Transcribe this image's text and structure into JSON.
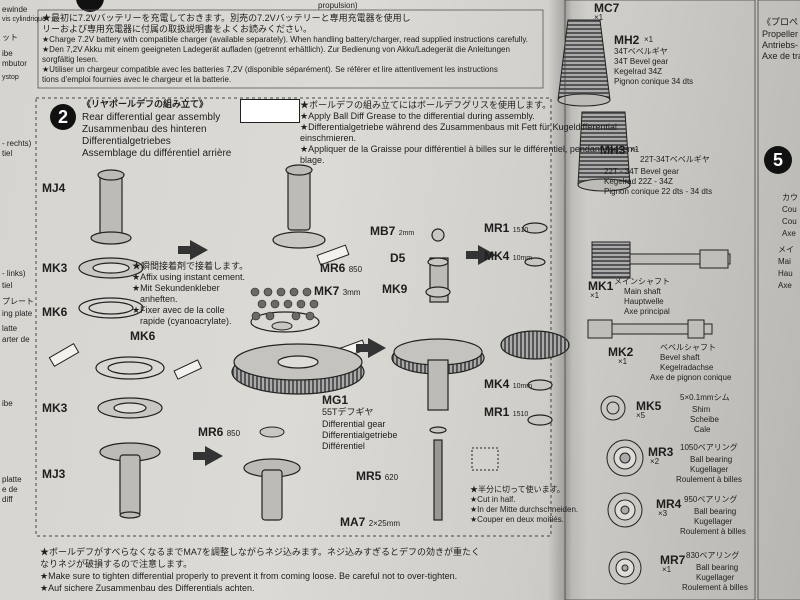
{
  "left_margin": {
    "items": [
      "ewinde",
      "vis cylindrique",
      "ット",
      "ibe",
      "mbutor",
      "ystop",
      "- rechts)",
      "tiel",
      "- links)",
      "tiel",
      "プレート",
      "ing plate",
      "latte",
      "arter de",
      "ibe",
      "platte",
      "e de",
      "diff"
    ]
  },
  "warning_lines": [
    "★最初に7.2Vバッテリーを充電しておきます。別売の7.2Vバッテリーと専用充電器を使用し",
    "リーおよび専用充電器に付属の取扱説明書をよくお読みください。",
    "★Charge 7.2V battery with compatible charger (available separately). When handling battery/charger, read supplied instructions carefully.",
    "★Den 7,2V Akku mit einem geeigneten Ladegerät aufladen (getrennt erhältlich). Zur Bedienung von Akku/Ladegerät die Anleitungen",
    "sorgfältig lesen.",
    "★Utiliser un chargeur compatible avec les batteries 7,2V (disponible séparément). Se référer et lire attentivement les instructions",
    "tions d'emploi fournies avec le chargeur et la batterie."
  ],
  "header_fragment": "propulsion)",
  "step": {
    "number": "2",
    "title_jp": "《リヤボールデフの組み立て》",
    "title_en": "Rear differential gear assembly",
    "title_de": "Zusammenbau des hinteren",
    "title_de2": "Differentialgetriebes",
    "title_fr": "Assemblage du différentiel arrière",
    "grease_jp": "★ボールデフの組み立てにはボールデフグリスを使用します。",
    "grease_en": "★Apply Ball Diff Grease to the differential during assembly.",
    "grease_de": "★Differentialgetriebe während des Zusammenbaus mit Fett für Kugeldifferential",
    "grease_de2": "einschmieren.",
    "grease_fr": "★Appliquer de la Graisse pour différentiel à billes sur le différentiel, pendant l'assem-",
    "grease_fr2": "blage."
  },
  "cement_note": {
    "jp": "★瞬間接着剤で接着します。",
    "en": "★Affix using instant cement.",
    "de": "★Mit Sekundenkleber",
    "de2": "anheften.",
    "fr": "★Fixer avec de la colle",
    "fr2": "rapide (cyanoacrylate)."
  },
  "cut_note": {
    "jp": "★半分に切って使います。",
    "en": "★Cut in half.",
    "de": "★In der Mitte durchschneiden.",
    "fr": "★Couper en deux moitiés."
  },
  "labels": {
    "mj4": "MJ4",
    "mk3a": "MK3",
    "mk6a": "MK6",
    "mk6b": "MK6",
    "mk3b": "MK3",
    "mj3": "MJ3",
    "mr6a_code": "MR6",
    "mr6a_size": "850",
    "mk7_code": "MK7",
    "mk7_size": "3mm",
    "mb7_code": "MB7",
    "mb7_size": "2mm",
    "d5": "D5",
    "mk9": "MK9",
    "mg1": "MG1",
    "mg1_jp": "55Tデフギヤ",
    "mg1_en": "Differential gear",
    "mg1_de": "Differentialgetriebe",
    "mg1_fr": "Différentiel",
    "mr6b_code": "MR6",
    "mr6b_size": "850",
    "mr5_code": "MR5",
    "mr5_size": "620",
    "ma7_code": "MA7",
    "ma7_size": "2×25mm",
    "mr1a_code": "MR1",
    "mr1a_size": "1510",
    "mk4a_code": "MK4",
    "mk4a_size": "10mm",
    "mk4b_code": "MK4",
    "mk4b_size": "10mm",
    "mr1b_code": "MR1",
    "mr1b_size": "1510"
  },
  "bottom_note": [
    "★ボールデフがすべらなくなるまでMA7を調整しながらネジ込みます。ネジ込みすぎるとデフの効きが重たく",
    "なりネジが破損するので注意します。",
    "★Make sure to tighten differential properly to prevent it from coming loose. Be careful not to over-tighten.",
    "★Auf sichere Zusammenbau des Differentials achten."
  ],
  "parts": [
    {
      "code": "MC7",
      "qty": "×1",
      "jp": "",
      "en": "",
      "de": "",
      "fr": ""
    },
    {
      "code": "MH2",
      "qty": "×1",
      "jp": "34Tベベルギヤ",
      "en": "34T Bevel gear",
      "de": "Kegelrad 34Z",
      "fr": "Pignon conique 34 dts"
    },
    {
      "code": "MH3",
      "qty": "×1",
      "jp": "22T-34Tベベルギヤ",
      "en": "22T - 34T Bevel gear",
      "de": "Kegelrad 22Z - 34Z",
      "fr": "Pignon conique 22 dts - 34 dts"
    },
    {
      "code": "MK1",
      "qty": "×1",
      "jp": "メインシャフト",
      "en": "Main shaft",
      "de": "Hauptwelle",
      "fr": "Axe principal"
    },
    {
      "code": "MK2",
      "qty": "×1",
      "jp": "ベベルシャフト",
      "en": "Bevel shaft",
      "de": "Kegelradachse",
      "fr": "Axe de pignon conique"
    },
    {
      "code": "MK5",
      "qty": "×5",
      "jp": "5×0.1mmシム",
      "en": "Shim",
      "de": "Scheibe",
      "fr": "Cale"
    },
    {
      "code": "MR3",
      "qty": "×2",
      "jp": "1050ベアリング",
      "en": "Ball bearing",
      "de": "Kugellager",
      "fr": "Roulement à billes"
    },
    {
      "code": "MR4",
      "qty": "×3",
      "jp": "950ベアリング",
      "en": "Ball bearing",
      "de": "Kugellager",
      "fr": "Roulement à billes"
    },
    {
      "code": "MR7",
      "qty": "×1",
      "jp": "830ベアリング",
      "en": "Ball bearing",
      "de": "Kugellager",
      "fr": "Roulement à billes"
    }
  ],
  "next_step": {
    "number": "5",
    "title_jp": "《プロペ",
    "title_en": "Propeller",
    "title_de": "Antriebs-",
    "title_fr": "Axe de tra",
    "side": [
      "カウ",
      "Cou",
      "Cou",
      "Axe",
      "メイ",
      "Mai",
      "Hau",
      "Axe"
    ]
  },
  "colors": {
    "paper": "#d8d6d1",
    "ink": "#1e1e1e"
  }
}
